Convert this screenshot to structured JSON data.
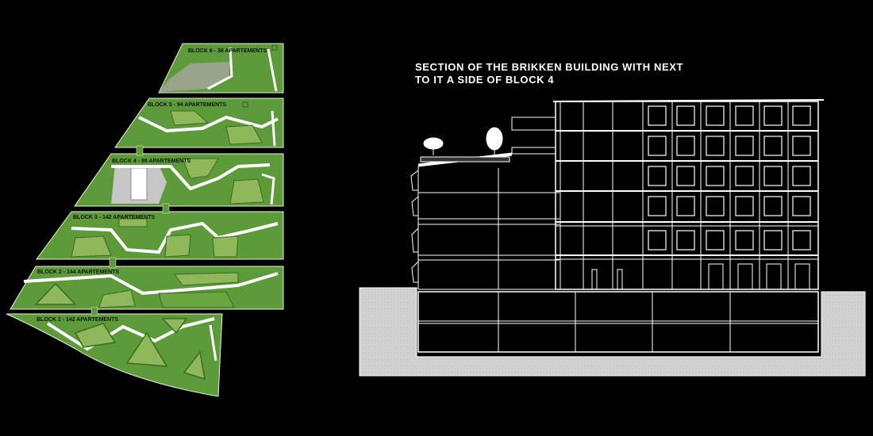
{
  "title": {
    "line1": "SECTION OF THE BRIKKEN  BUILDING WITH NEXT",
    "line2": "TO IT A SIDE OF BLOCK 4"
  },
  "blocks": [
    {
      "label": "BLOCK 6 - 36 APARTEMENTS"
    },
    {
      "label": "BLOCK 5 - 94 APARTEMENTS"
    },
    {
      "label": "BLOCK 4 - 98 APARTEMENTS"
    },
    {
      "label": "BLOCK 3 - 142 APARTEMENTS"
    },
    {
      "label": "BLOCK 2 - 144 APARTEMENTS"
    },
    {
      "label": "BLOCK 1 - 142 APARTEMENTS"
    }
  ],
  "colors": {
    "background": "#000000",
    "lawn": "#5c9a3a",
    "lawn_light": "#8fb85a",
    "path": "#ffffff",
    "section_line": "#ffffff",
    "ground": "#cfcfcf"
  }
}
